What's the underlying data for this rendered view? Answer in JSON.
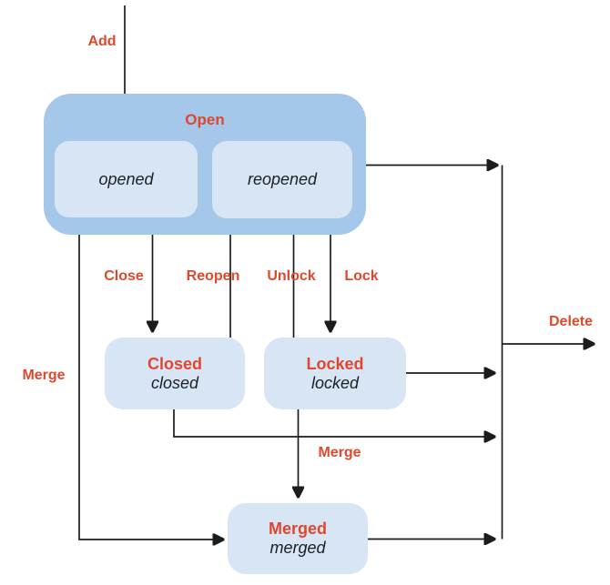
{
  "colors": {
    "container_fill": "#a4c7ea",
    "node_fill": "#d7e5f5",
    "label_red": "#e0482e",
    "arrow": "#1c1c1c",
    "state_text": "#202124"
  },
  "nodes": {
    "open": {
      "title": "Open",
      "substates": [
        {
          "label": "opened"
        },
        {
          "label": "reopened"
        }
      ]
    },
    "closed": {
      "title": "Closed",
      "state": "closed"
    },
    "locked": {
      "title": "Locked",
      "state": "locked"
    },
    "merged": {
      "title": "Merged",
      "state": "merged"
    }
  },
  "edges": {
    "add": {
      "label": "Add"
    },
    "close": {
      "label": "Close"
    },
    "reopen": {
      "label": "Reopen"
    },
    "unlock": {
      "label": "Unlock"
    },
    "lock": {
      "label": "Lock"
    },
    "merge_open_to_merged": {
      "label": "Merge"
    },
    "merge_locked_to_merged": {
      "label": "Merge"
    },
    "delete": {
      "label": "Delete"
    }
  }
}
